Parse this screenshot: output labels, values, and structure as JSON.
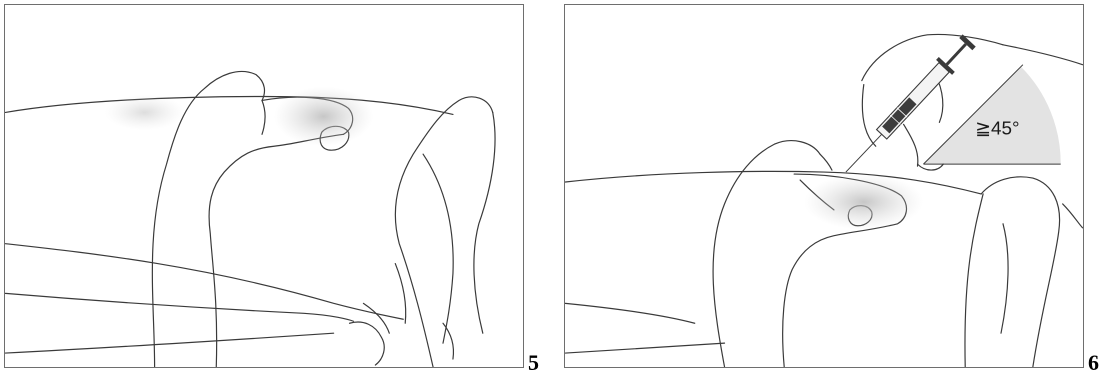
{
  "figures": [
    {
      "number": "5"
    },
    {
      "number": "6",
      "angle_label": "≧45°"
    }
  ]
}
